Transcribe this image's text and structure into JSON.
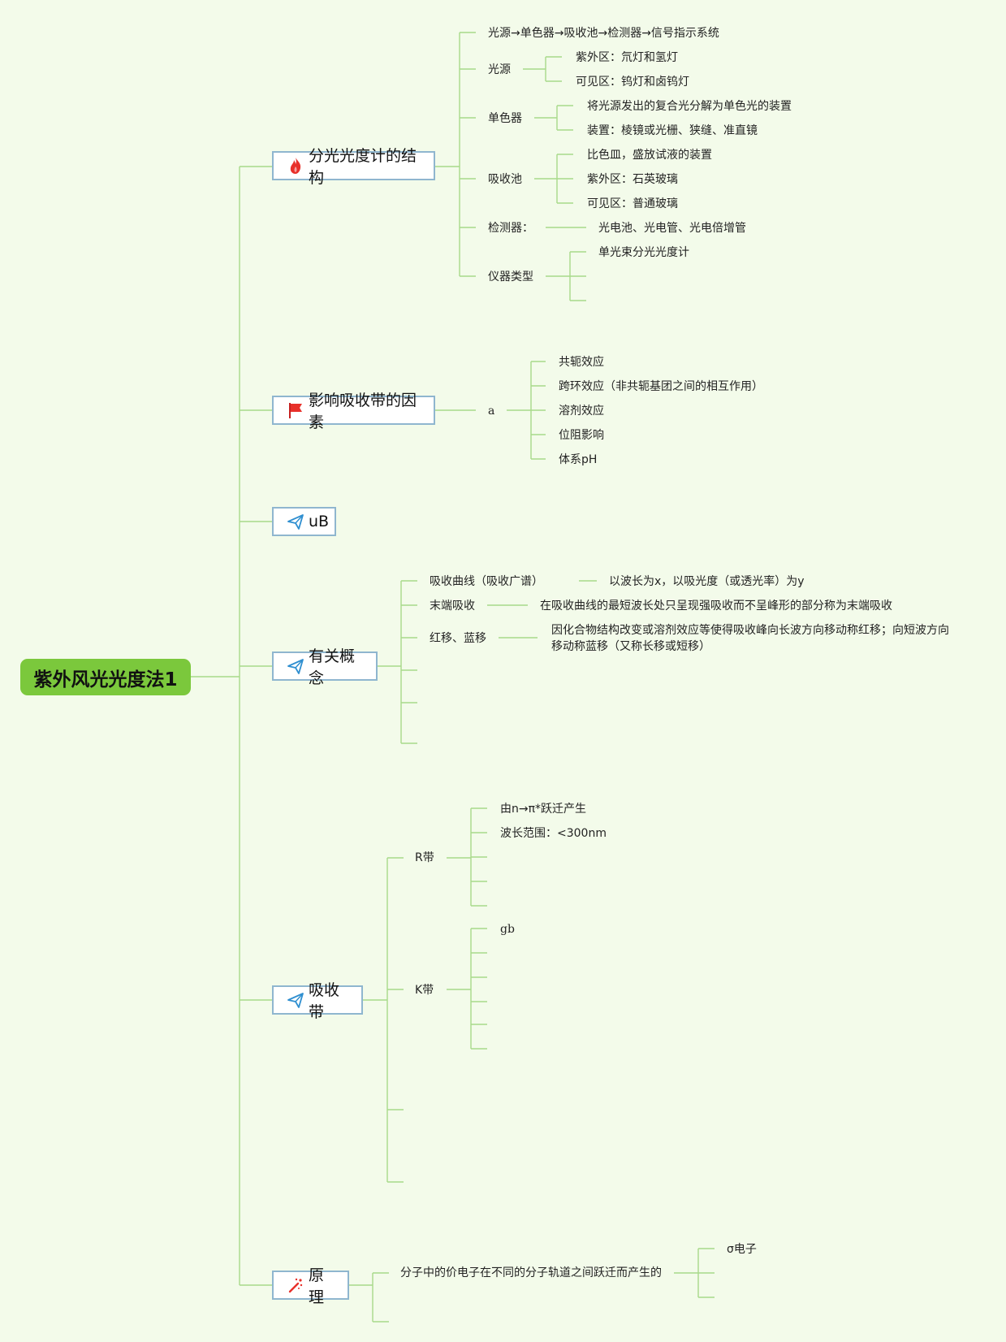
{
  "root": "紫外风光光度法1",
  "b1": {
    "title": "分光光度计的结构",
    "flow": "光源→单色器→吸收池→检测器→信号指示系统",
    "light": "光源",
    "light1": "紫外区：氘灯和氢灯",
    "light2": "可见区：钨灯和卤钨灯",
    "mono": "单色器",
    "mono1": "将光源发出的复合光分解为单色光的装置",
    "mono2": "装置：棱镜或光栅、狭缝、准直镜",
    "cell": "吸收池",
    "cell1": "比色皿，盛放试液的装置",
    "cell2": "紫外区：石英玻璃",
    "cell3": "可见区：普通玻璃",
    "det": "检测器：",
    "det1": "光电池、光电管、光电倍增管",
    "type": "仪器类型",
    "type1": "单光束分光光度计"
  },
  "b2": {
    "title": "影响吸收带的因素",
    "a": "a",
    "f1": "共轭效应",
    "f2": "跨环效应（非共轭基团之间的相互作用）",
    "f3": "溶剂效应",
    "f4": "位阻影响",
    "f5": "体系pH"
  },
  "b3": {
    "title": "uB"
  },
  "b4": {
    "title": "有关概念",
    "c1": "吸收曲线（吸收广谱）",
    "c1v": "以波长为x，以吸光度（或透光率）为y",
    "c2": "末端吸收",
    "c2v": "在吸收曲线的最短波长处只呈现强吸收而不呈峰形的部分称为末端吸收",
    "c3": "红移、蓝移",
    "c3v": "因化合物结构改变或溶剂效应等使得吸收峰向长波方向移动称红移；向短波方向移动称蓝移（又称长移或短移）"
  },
  "b5": {
    "title": "吸收带",
    "r": "R带",
    "r1": "由n→π*跃迁产生",
    "r2": "波长范围：<300nm",
    "k": "K带",
    "k1": "gb"
  },
  "b6": {
    "title": "原理",
    "p": "分子中的价电子在不同的分子轨道之间跃迁而产生的",
    "p1": "σ电子"
  },
  "colors": {
    "line": "#a8d98a",
    "root": "#7bc83c",
    "border": "#8fb6cf",
    "bg": "#f3fbea"
  },
  "icons": {
    "b1": "fire-icon",
    "b2": "flag-icon",
    "b3": "paper-plane-icon",
    "b4": "paper-plane-icon",
    "b5": "paper-plane-icon",
    "b6": "wand-icon"
  }
}
